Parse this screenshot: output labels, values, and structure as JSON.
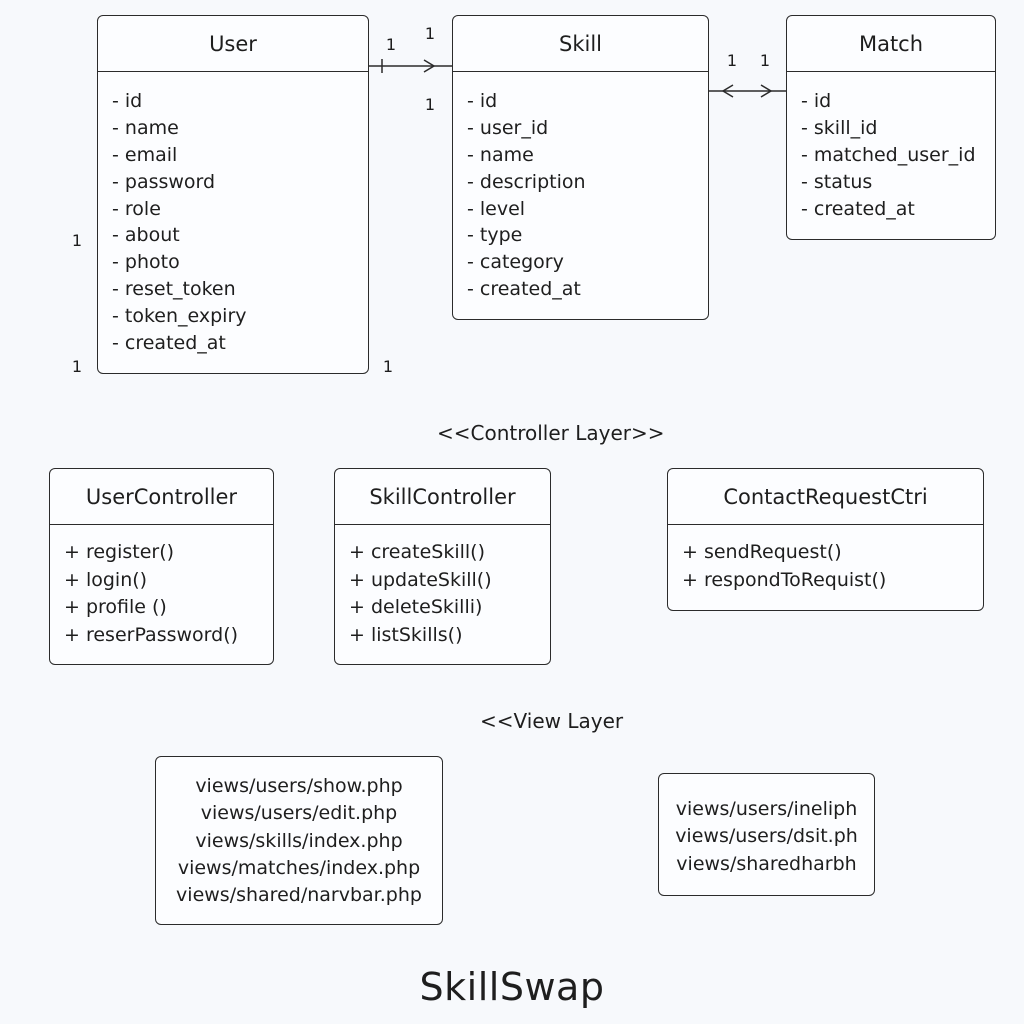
{
  "entities": {
    "user": {
      "name": "User",
      "fields": [
        "- id",
        "- name",
        "- email",
        "- password",
        "- role",
        "- about",
        "- photo",
        "- reset_token",
        "- token_expiry",
        "- created_at"
      ]
    },
    "skill": {
      "name": "Skill",
      "fields": [
        "- id",
        "- user_id",
        "- name",
        "- description",
        "- level",
        "- type",
        "- category",
        "- created_at"
      ]
    },
    "match": {
      "name": "Match",
      "fields": [
        "- id",
        "- skill_id",
        "- matched_user_id",
        "- status",
        "- created_at"
      ]
    }
  },
  "multiplicities": {
    "user_skill_user_side": "1",
    "user_skill_skill_side": "1",
    "skill_left_lower": "1",
    "skill_match_skill_side": "1",
    "skill_match_match_side": "1",
    "user_left_upper": "1",
    "user_left_lower": "1",
    "user_right_lower": "1"
  },
  "controller_layer": {
    "label": "<<Controller Layer>>",
    "controllers": [
      {
        "name": "UserController",
        "methods": [
          "+ register()",
          "+ login()",
          "+ profile ()",
          "+ reserPassword()"
        ]
      },
      {
        "name": "SkillController",
        "methods": [
          "+ createSkill()",
          "+ updateSkill()",
          "+ deleteSkilli)",
          "+ listSkills()"
        ]
      },
      {
        "name": "ContactRequestCtri",
        "methods": [
          "+ sendRequest()",
          "+ respondToRequist()"
        ]
      }
    ]
  },
  "view_layer": {
    "label": "<<View Layer",
    "groups": [
      [
        "views/users/show.php",
        "views/users/edit.php",
        "views/skills/index.php",
        "views/matches/index.php",
        "views/shared/narvbar.php"
      ],
      [
        "views/users/ineliph",
        "views/users/dsit.ph",
        "views/sharedharbh"
      ]
    ]
  },
  "title": "SkillSwap"
}
